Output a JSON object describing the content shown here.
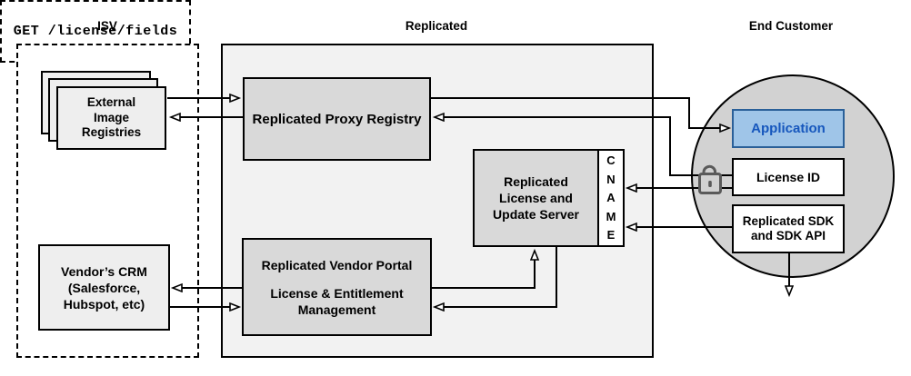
{
  "titles": {
    "isv": "ISV",
    "replicated": "Replicated",
    "end_customer": "End Customer"
  },
  "nodes": {
    "external_registries": "External\nImage\nRegistries",
    "proxy_registry": "Replicated Proxy Registry",
    "license_update_server": "Replicated\nLicense and\nUpdate Server",
    "cname": "C\nN\nA\nM\nE",
    "vendor_portal_title": "Replicated Vendor Portal",
    "vendor_portal_subtitle": "License & Entitlement\nManagement",
    "vendors_crm": "Vendor’s CRM\n(Salesforce,\nHubspot, etc)",
    "application": "Application",
    "license_id": "License ID",
    "replicated_sdk": "Replicated SDK\nand SDK API",
    "get_request": "GET /license/fields"
  },
  "icons": {
    "unlock_icon": "open padlock next to License ID"
  },
  "colors": {
    "application_fill": "#9fc5e8",
    "application_border": "#2a6099",
    "application_text": "#1657bd",
    "inner_box_gray": "#d9d9d9",
    "container_gray": "#f2f2f2",
    "stack_box_gray": "#eeeeee",
    "circle_gray": "#d2d2d2",
    "line_color": "#000000"
  }
}
